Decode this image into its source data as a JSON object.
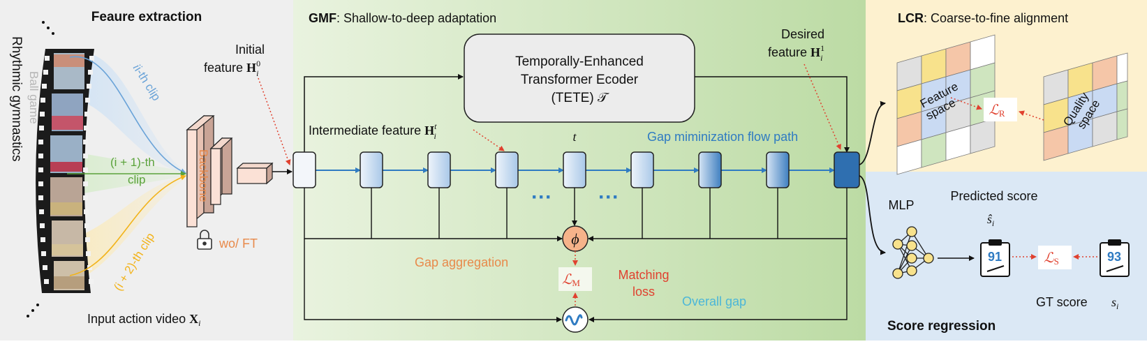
{
  "panels": {
    "feature": {
      "title": "Feaure extraction",
      "video_label": "Input action video ",
      "video_math": "X",
      "video_sub": "i",
      "category_1": "Rhythmic gymnastics",
      "category_2": "Ball game",
      "clip_1": "i-th clip",
      "clip_2a": "(i + 1)-th",
      "clip_2b": "clip",
      "clip_3": "(i + 2)-th clip",
      "backbone": "Backbone",
      "freeze": "wo/ FT",
      "initial_a": "Initial",
      "initial_b": "feature ",
      "initial_math": "H",
      "initial_sup": "0",
      "initial_sub": "i"
    },
    "gmf": {
      "title_bold": "GMF",
      "title_rest": ": Shallow-to-deep adaptation",
      "tete_1": "Temporally-Enhanced",
      "tete_2": "Transformer Ecoder",
      "tete_3": "(TETE) 𝒯",
      "intermediate": "Intermediate feature ",
      "inter_math": "H",
      "inter_sup": "t",
      "inter_sub": "i",
      "t_label": "t",
      "flow_path": "Gap miminization flow path",
      "desired_a": "Desired",
      "desired_b": "feature ",
      "desired_math": "H",
      "desired_sup": "1",
      "desired_sub": "i",
      "phi": "ϕ",
      "loss_m": "ℒ",
      "loss_m_sub": "M",
      "gap_aggregation": "Gap aggregation",
      "matching_1": "Matching",
      "matching_2": "loss",
      "overall_gap": "Overall gap",
      "dots": "···"
    },
    "lcr": {
      "title_bold": "LCR",
      "title_rest": ": Coarse-to-fine alignment",
      "feature_space_1": "Feature",
      "feature_space_2": "space",
      "quality_space_1": "Quality",
      "quality_space_2": "space",
      "loss_r": "ℒ",
      "loss_r_sub": "R"
    },
    "score": {
      "title": "Score regression",
      "mlp": "MLP",
      "predicted": "Predicted score",
      "pred_math": "ŝ",
      "pred_sub": "i",
      "pred_value": "91",
      "loss_s": "ℒ",
      "loss_s_sub": "S",
      "gt_value": "93",
      "gt_label": "GT score",
      "gt_math": "s",
      "gt_sub": "i"
    }
  },
  "colors": {
    "blue_flow": "#2f7bc2",
    "red_dotted": "#e0412f",
    "orange": "#e8894a",
    "green": "#5aa23a",
    "yellow": "#f2b31a",
    "light_blue": "#6aa3d8",
    "cyan_text": "#4bb6d8",
    "gray_text": "#b5b5b5"
  }
}
